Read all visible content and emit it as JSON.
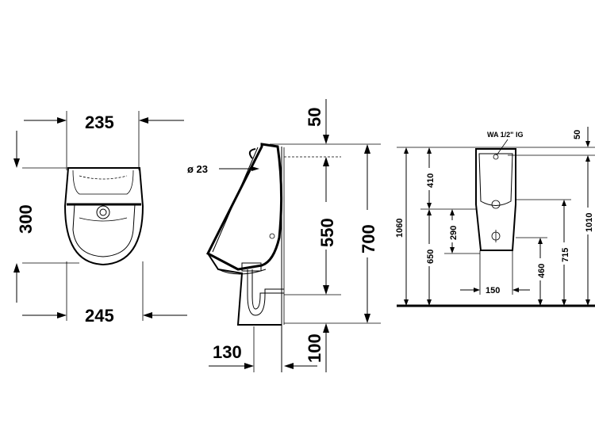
{
  "front_view": {
    "dim_top": "235",
    "dim_height": "300",
    "dim_bottom": "245"
  },
  "side_view": {
    "dim_top_offset": "50",
    "dim_inlet_dia": "ø 23",
    "dim_550": "550",
    "dim_700": "700",
    "dim_130": "130",
    "dim_100": "100"
  },
  "install_view": {
    "inlet_label": "WA  1/2\" IG",
    "dim_50": "50",
    "dim_410": "410",
    "dim_1060": "1060",
    "dim_1010": "1010",
    "dim_290": "290",
    "dim_650": "650",
    "dim_460": "460",
    "dim_715": "715",
    "dim_150": "150"
  }
}
